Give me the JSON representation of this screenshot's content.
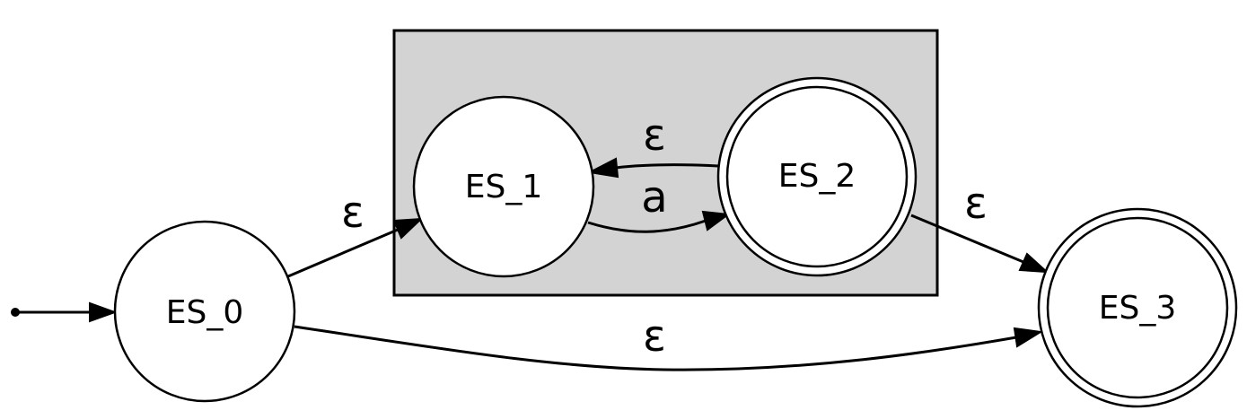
{
  "diagram": {
    "states": {
      "es0": "ES_0",
      "es1": "ES_1",
      "es2": "ES_2",
      "es3": "ES_3"
    },
    "transitions": {
      "es0_es1": "ε",
      "es1_es2": "a",
      "es2_es1": "ε",
      "es2_es3": "ε",
      "es0_es3": "ε"
    },
    "initial_state": "ES_0",
    "accepting_states": [
      "ES_2",
      "ES_3"
    ],
    "colors": {
      "cluster_fill": "#d3d3d3",
      "stroke": "#000000",
      "node_fill": "#ffffff"
    }
  }
}
